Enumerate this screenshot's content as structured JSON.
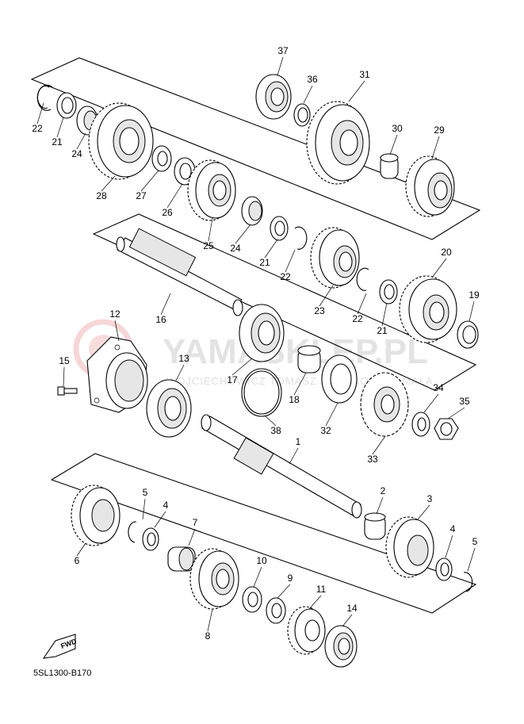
{
  "diagram": {
    "drawing_code": "5SL1300-B170",
    "watermark": {
      "text": "YAMASKLEP.PL",
      "subtext": "WOJCIECHOWICZ TOMASZ BARANOWICZ MAŁA"
    },
    "fwd_label": "FWD",
    "callouts": [
      {
        "n": "37"
      },
      {
        "n": "36"
      },
      {
        "n": "31"
      },
      {
        "n": "30"
      },
      {
        "n": "29"
      },
      {
        "n": "22"
      },
      {
        "n": "21"
      },
      {
        "n": "24"
      },
      {
        "n": "28"
      },
      {
        "n": "27"
      },
      {
        "n": "26"
      },
      {
        "n": "25"
      },
      {
        "n": "24"
      },
      {
        "n": "21"
      },
      {
        "n": "22"
      },
      {
        "n": "23"
      },
      {
        "n": "22"
      },
      {
        "n": "21"
      },
      {
        "n": "20"
      },
      {
        "n": "19"
      },
      {
        "n": "16"
      },
      {
        "n": "12"
      },
      {
        "n": "15"
      },
      {
        "n": "13"
      },
      {
        "n": "17"
      },
      {
        "n": "18"
      },
      {
        "n": "38"
      },
      {
        "n": "32"
      },
      {
        "n": "34"
      },
      {
        "n": "35"
      },
      {
        "n": "33"
      },
      {
        "n": "1"
      },
      {
        "n": "5"
      },
      {
        "n": "4"
      },
      {
        "n": "7"
      },
      {
        "n": "6"
      },
      {
        "n": "2"
      },
      {
        "n": "3"
      },
      {
        "n": "4"
      },
      {
        "n": "5"
      },
      {
        "n": "10"
      },
      {
        "n": "9"
      },
      {
        "n": "11"
      },
      {
        "n": "14"
      },
      {
        "n": "8"
      }
    ]
  }
}
